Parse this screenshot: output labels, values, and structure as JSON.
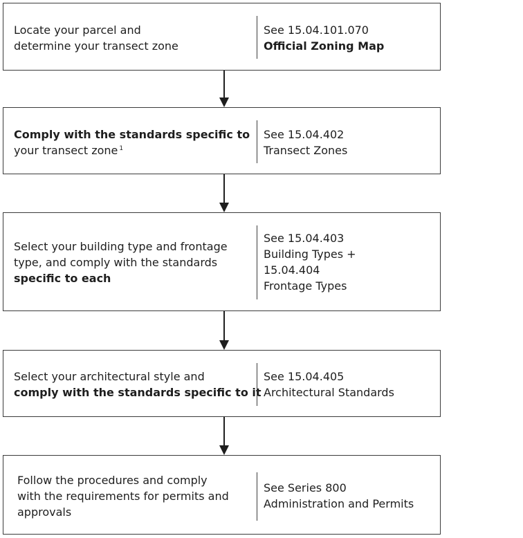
{
  "steps": [
    {
      "text_lines": [
        "Locate your parcel and",
        "determine your transect zone"
      ],
      "ref_lines": [
        "See 15.04.101.070",
        "Official Zoning Map"
      ]
    },
    {
      "text_lines": [
        "Comply with the standards specific to",
        "your transect zone"
      ],
      "footnote": "1",
      "ref_lines": [
        "See 15.04.402",
        "Transect Zones"
      ]
    },
    {
      "text_lines": [
        "Select your building type and frontage",
        "type, and comply with the standards",
        "specific to each"
      ],
      "ref_lines": [
        "See 15.04.403",
        "Building Types +",
        "15.04.404",
        "Frontage Types"
      ]
    },
    {
      "text_lines": [
        "Select your architectural style and",
        "comply with the standards specific to it"
      ],
      "ref_lines": [
        "See 15.04.405",
        "Architectural Standards"
      ]
    },
    {
      "text_lines": [
        "Follow the procedures and comply",
        "with the requirements for permits and",
        "approvals"
      ],
      "ref_lines": [
        "See Series 800",
        "Administration and Permits"
      ]
    }
  ]
}
